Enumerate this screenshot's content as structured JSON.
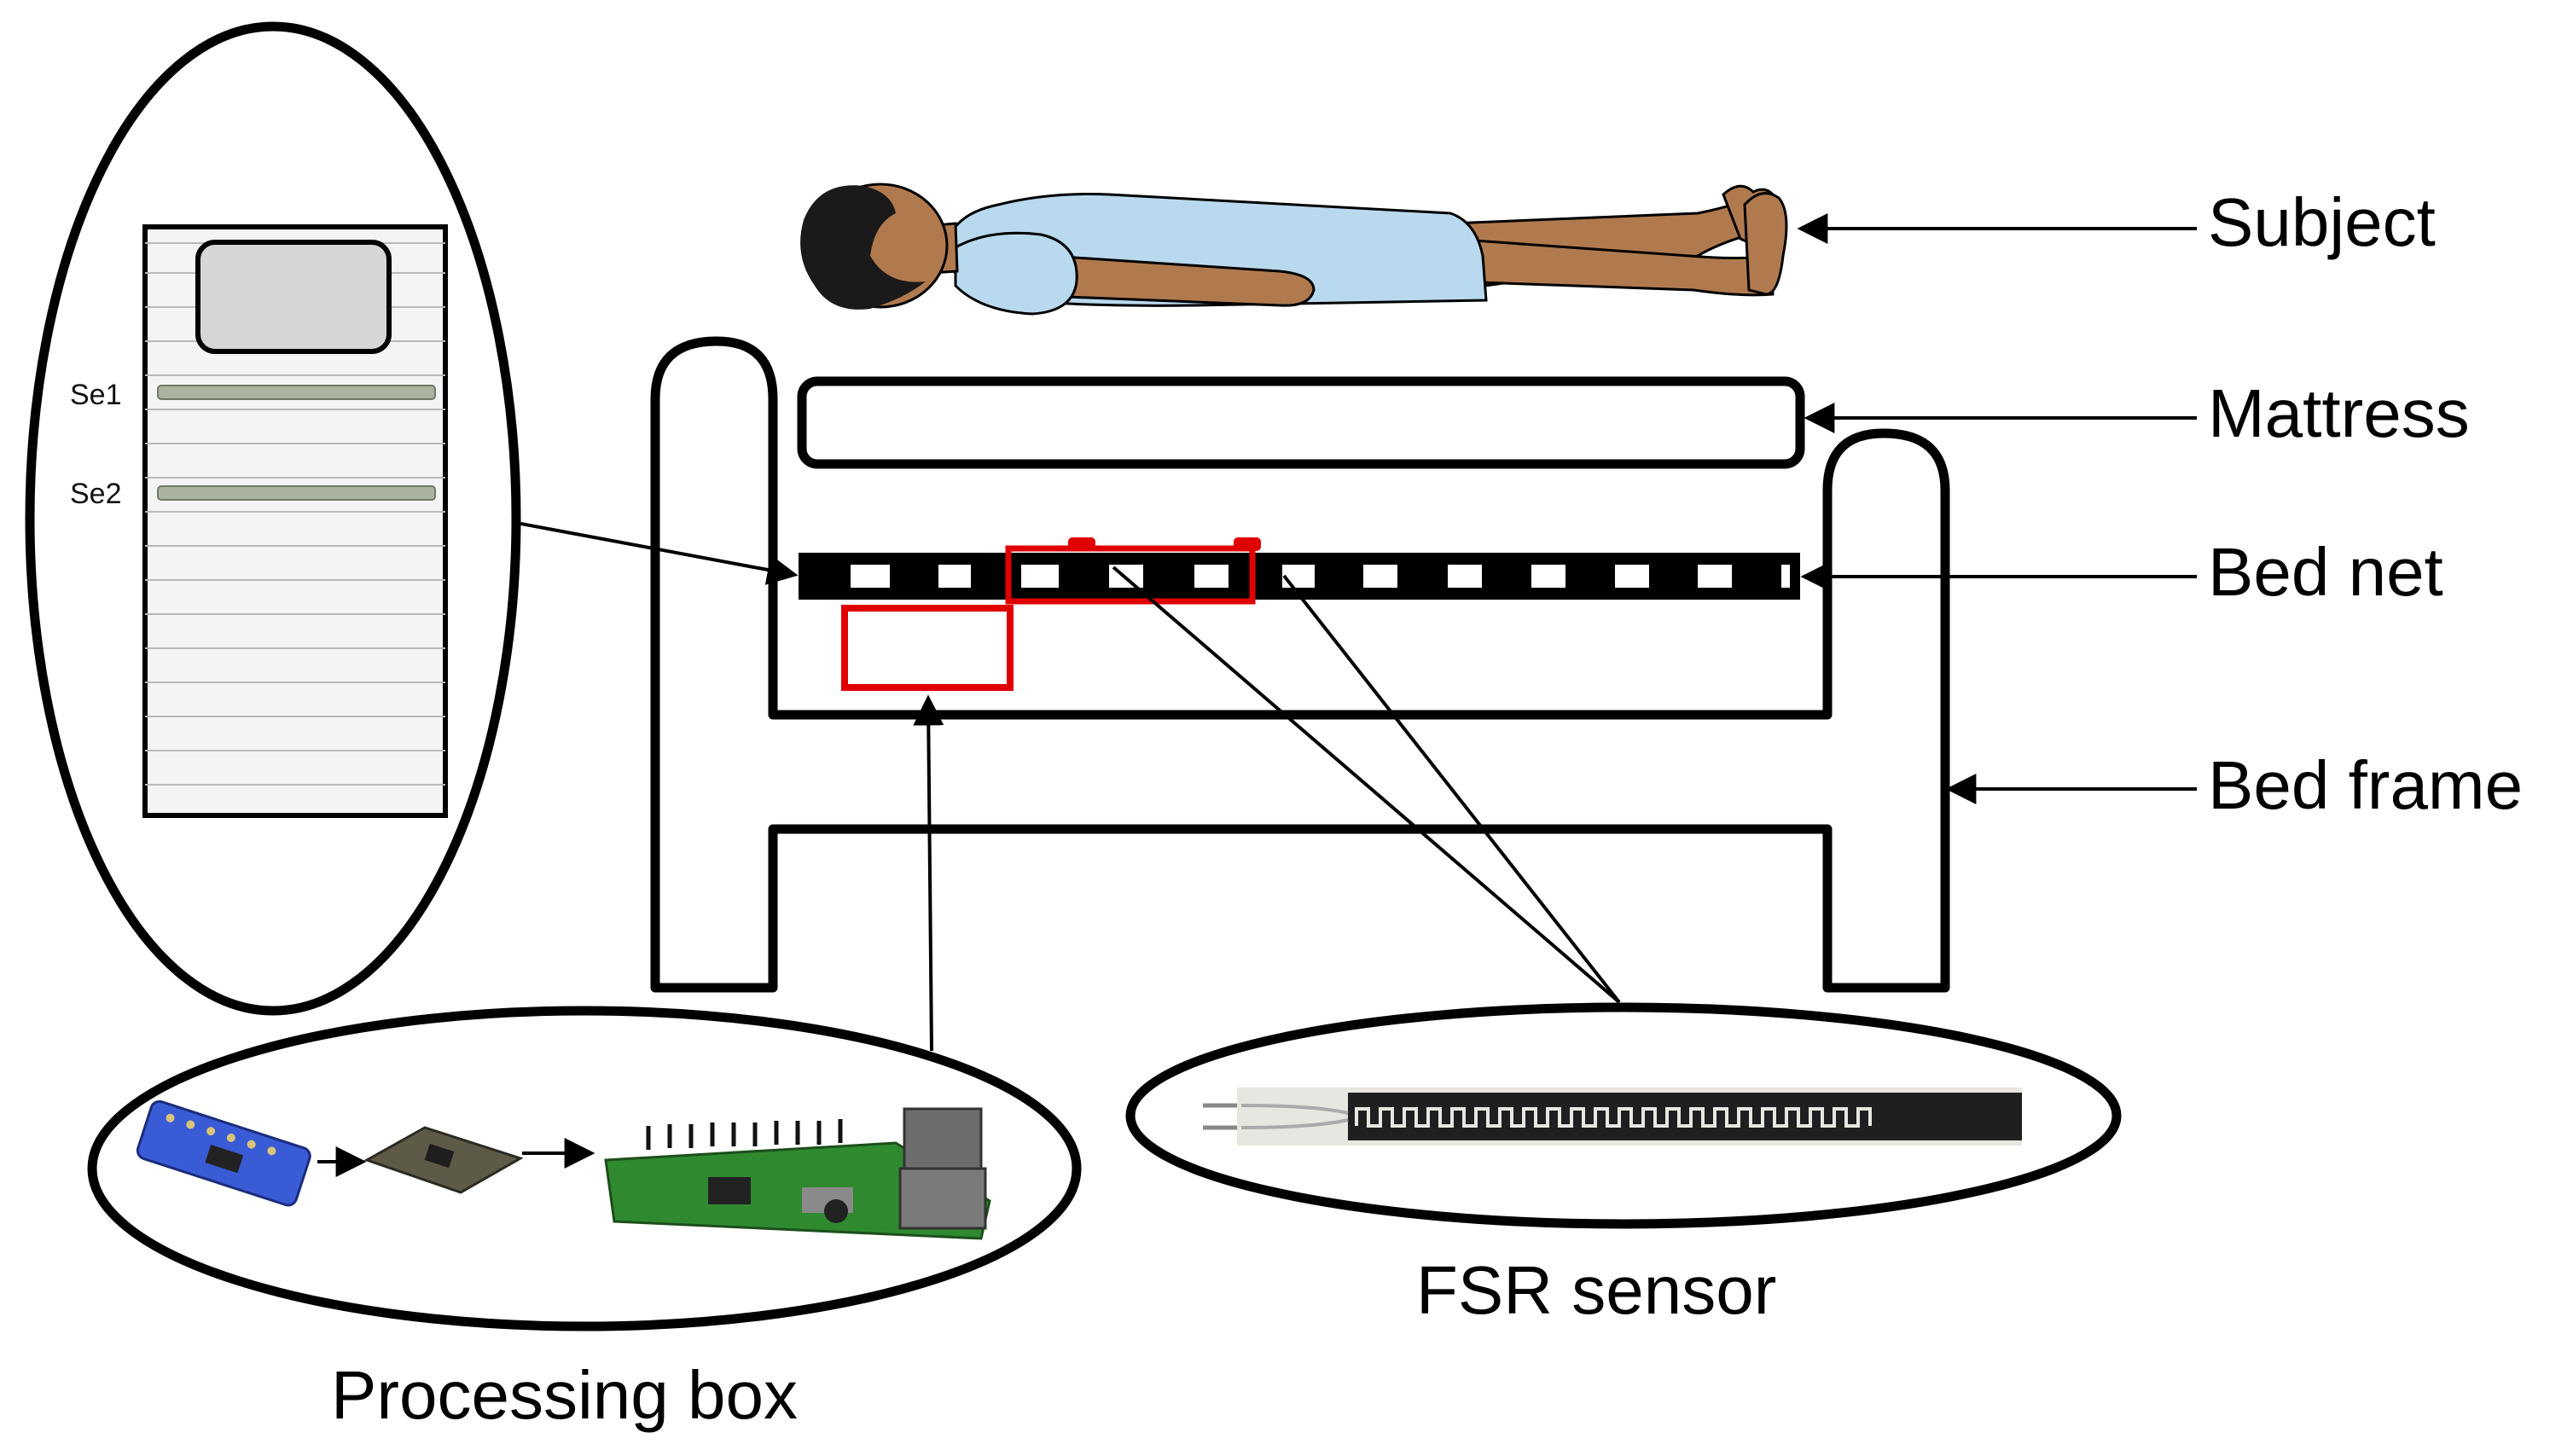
{
  "labels": {
    "subject": "Subject",
    "mattress": "Mattress",
    "bed_net": "Bed net",
    "bed_frame": "Bed frame",
    "processing_box": "Processing box",
    "fsr_sensor": "FSR sensor"
  },
  "sensor_strips": [
    "Se1",
    "Se2"
  ],
  "colors": {
    "outline": "#000000",
    "highlight": "#e00000",
    "gown": "#b9d9ef",
    "skin": "#b07a4e",
    "hair": "#1a1a1a",
    "pcb_green": "#2f8a2f",
    "sensor_board_blue": "#3a5bd6"
  }
}
